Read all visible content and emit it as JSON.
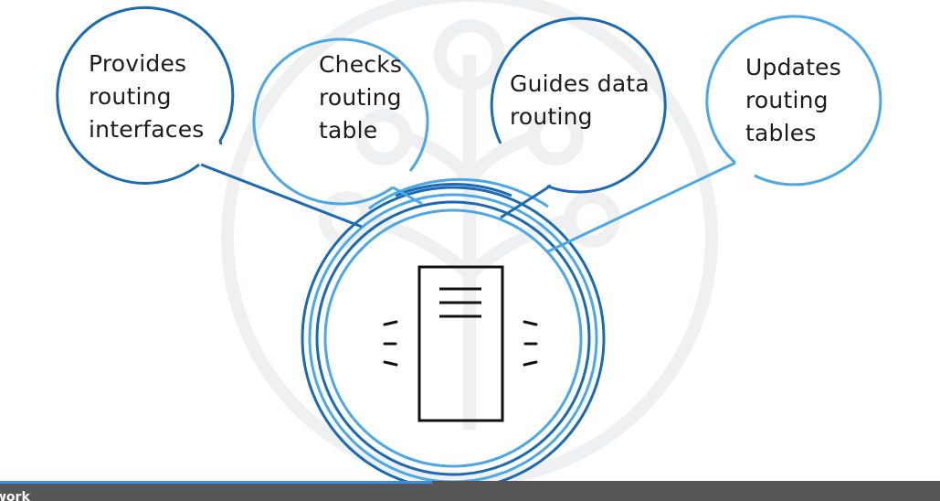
{
  "bubbles": [
    {
      "id": "provides",
      "lines": [
        "Provides",
        "routing",
        "interfaces"
      ],
      "color": "#1b6ab5"
    },
    {
      "id": "checks",
      "lines": [
        "Checks",
        "routing",
        "table"
      ],
      "color": "#4aa8e8"
    },
    {
      "id": "guides",
      "lines": [
        "Guides data",
        "routing"
      ],
      "color": "#1b6ab5"
    },
    {
      "id": "updates",
      "lines": [
        "Updates",
        "routing",
        "tables"
      ],
      "color": "#4aa8e8"
    }
  ],
  "colors": {
    "dark_blue": "#1b6ab5",
    "light_blue": "#4aa8e8",
    "router_stroke": "#111111",
    "watermark": "#eef0f2",
    "bottom_bar": "#565656",
    "progress": "#3d8fe0"
  },
  "icons": {
    "center": "router-device-icon",
    "watermark": "network-tree-watermark"
  },
  "player": {
    "progress": 0.46,
    "caption": "work"
  }
}
